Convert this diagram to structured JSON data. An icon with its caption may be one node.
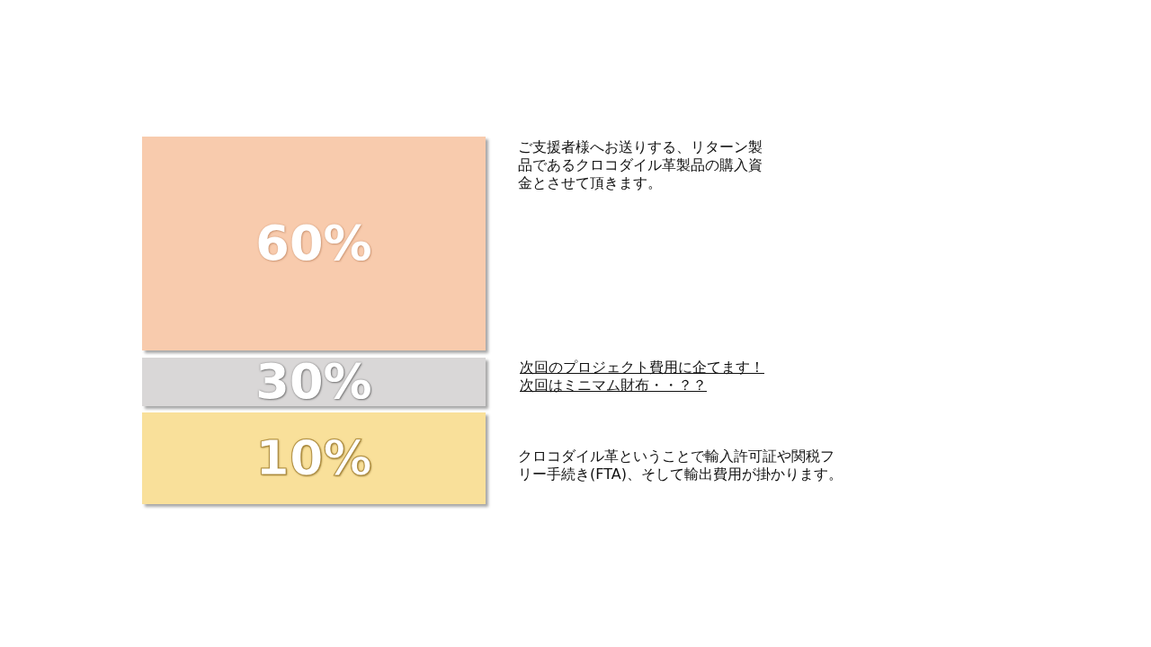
{
  "diagram": {
    "nodes": [
      {
        "text": [
          "60%"
        ],
        "beside": [
          "ご支援者様へお送りする、リターン製品であるクロコダイル革製品の購入資金とさせて頂きます。"
        ]
      },
      {
        "text": [
          "30%"
        ],
        "beside": [
          "次回のプロジェクト費用に企てます！次回はミニマム財布・・？？"
        ]
      },
      {
        "text": [
          "10%"
        ],
        "beside": [
          "クロコダイル革ということで輸入許可証や関税フリー手続き(FTA)、そして輸出費用が掛かります。"
        ]
      }
    ]
  }
}
